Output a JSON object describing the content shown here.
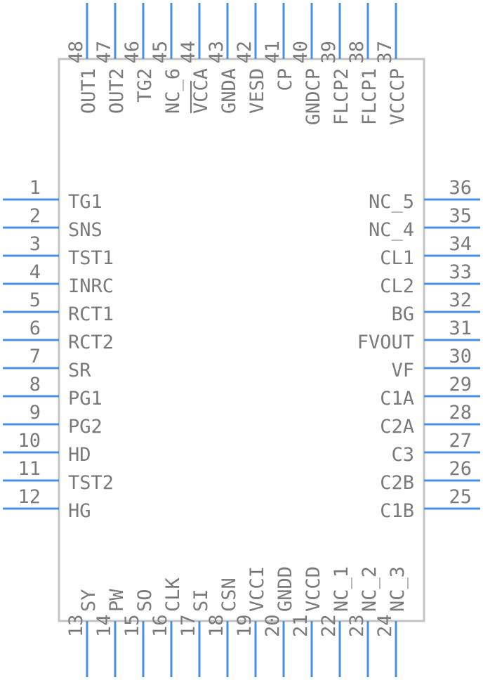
{
  "component": {
    "left_pins": [
      {
        "num": "1",
        "name": "TG1"
      },
      {
        "num": "2",
        "name": "SNS"
      },
      {
        "num": "3",
        "name": "TST1"
      },
      {
        "num": "4",
        "name": "INRC"
      },
      {
        "num": "5",
        "name": "RCT1"
      },
      {
        "num": "6",
        "name": "RCT2"
      },
      {
        "num": "7",
        "name": "SR"
      },
      {
        "num": "8",
        "name": "PG1"
      },
      {
        "num": "9",
        "name": "PG2"
      },
      {
        "num": "10",
        "name": "HD"
      },
      {
        "num": "11",
        "name": "TST2"
      },
      {
        "num": "12",
        "name": "HG"
      }
    ],
    "right_pins": [
      {
        "num": "36",
        "name": "NC_5"
      },
      {
        "num": "35",
        "name": "NC_4"
      },
      {
        "num": "34",
        "name": "CL1"
      },
      {
        "num": "33",
        "name": "CL2"
      },
      {
        "num": "32",
        "name": "BG"
      },
      {
        "num": "31",
        "name": "FVOUT"
      },
      {
        "num": "30",
        "name": "VF"
      },
      {
        "num": "29",
        "name": "C1A"
      },
      {
        "num": "28",
        "name": "C2A"
      },
      {
        "num": "27",
        "name": "C3"
      },
      {
        "num": "26",
        "name": "C2B"
      },
      {
        "num": "25",
        "name": "C1B"
      }
    ],
    "top_pins": [
      {
        "num": "48",
        "name": "OUT1"
      },
      {
        "num": "47",
        "name": "OUT2"
      },
      {
        "num": "46",
        "name": "TG2"
      },
      {
        "num": "45",
        "name": "NC_6"
      },
      {
        "num": "44",
        "name": "VCCA",
        "overline": true
      },
      {
        "num": "43",
        "name": "GNDA"
      },
      {
        "num": "42",
        "name": "VESD"
      },
      {
        "num": "41",
        "name": "CP"
      },
      {
        "num": "40",
        "name": "GNDCP"
      },
      {
        "num": "39",
        "name": "FLCP2"
      },
      {
        "num": "38",
        "name": "FLCP1"
      },
      {
        "num": "37",
        "name": "VCCCP"
      }
    ],
    "bottom_pins": [
      {
        "num": "13",
        "name": "SY"
      },
      {
        "num": "14",
        "name": "PW"
      },
      {
        "num": "15",
        "name": "SO"
      },
      {
        "num": "16",
        "name": "CLK"
      },
      {
        "num": "17",
        "name": "SI"
      },
      {
        "num": "18",
        "name": "CSN"
      },
      {
        "num": "19",
        "name": "VCCI"
      },
      {
        "num": "20",
        "name": "GNDD"
      },
      {
        "num": "21",
        "name": "VCCD"
      },
      {
        "num": "22",
        "name": "NC_1"
      },
      {
        "num": "23",
        "name": "NC_2"
      },
      {
        "num": "24",
        "name": "NC_3"
      }
    ],
    "colors": {
      "pin": "#4a8fe0",
      "body_outline": "#c4c4c4",
      "text": "#7a7a7a"
    }
  }
}
